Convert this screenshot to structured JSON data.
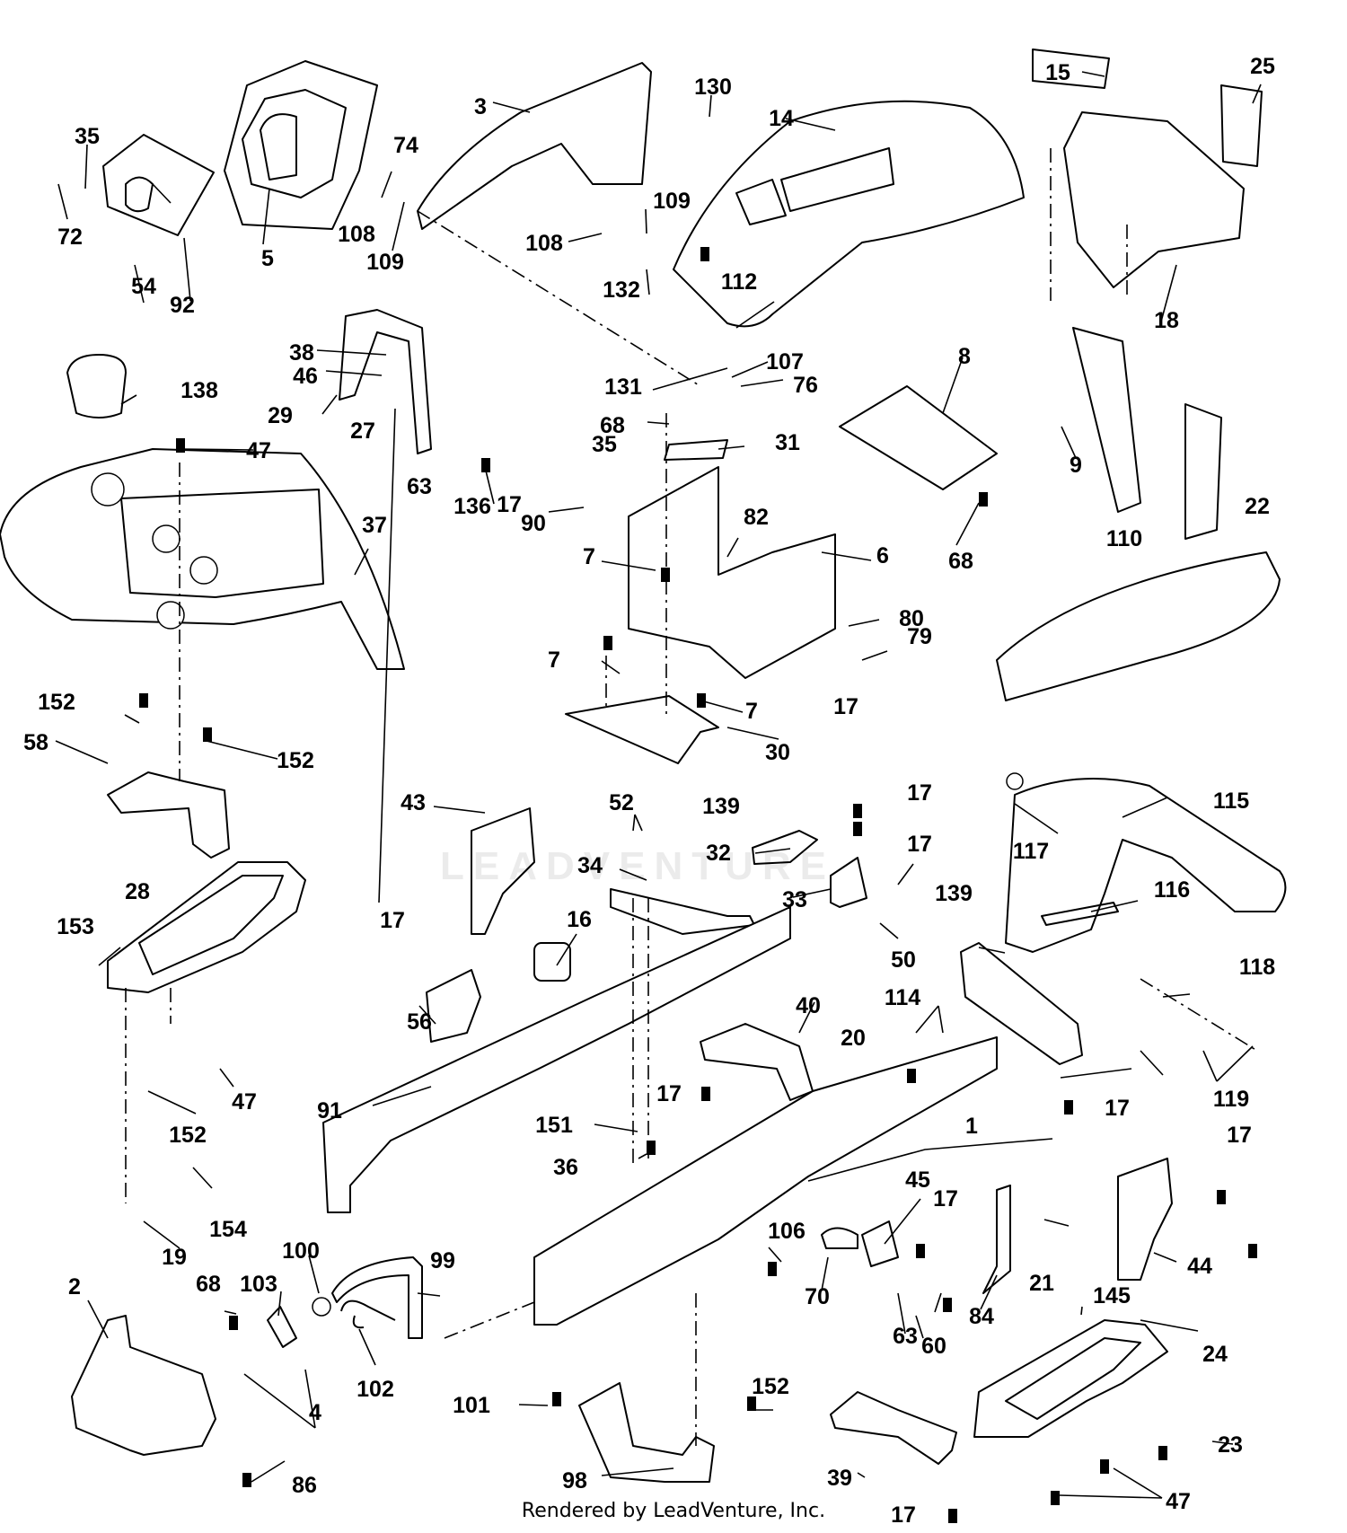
{
  "footer": "Rendered by LeadVenture, Inc.",
  "watermark": "LEADVENTURE",
  "callouts": [
    "1",
    "2",
    "3",
    "4",
    "5",
    "6",
    "7",
    "8",
    "9",
    "14",
    "15",
    "16",
    "17",
    "18",
    "19",
    "20",
    "21",
    "22",
    "23",
    "24",
    "25",
    "27",
    "28",
    "29",
    "30",
    "31",
    "32",
    "33",
    "34",
    "35",
    "36",
    "37",
    "38",
    "39",
    "40",
    "43",
    "44",
    "45",
    "46",
    "47",
    "50",
    "52",
    "54",
    "56",
    "58",
    "60",
    "63",
    "68",
    "70",
    "72",
    "74",
    "76",
    "79",
    "80",
    "82",
    "84",
    "86",
    "90",
    "91",
    "92",
    "98",
    "99",
    "100",
    "101",
    "102",
    "103",
    "106",
    "107",
    "108",
    "109",
    "110",
    "112",
    "114",
    "115",
    "116",
    "117",
    "118",
    "119",
    "130",
    "131",
    "132",
    "136",
    "138",
    "139",
    "145",
    "151",
    "152",
    "153",
    "154"
  ]
}
